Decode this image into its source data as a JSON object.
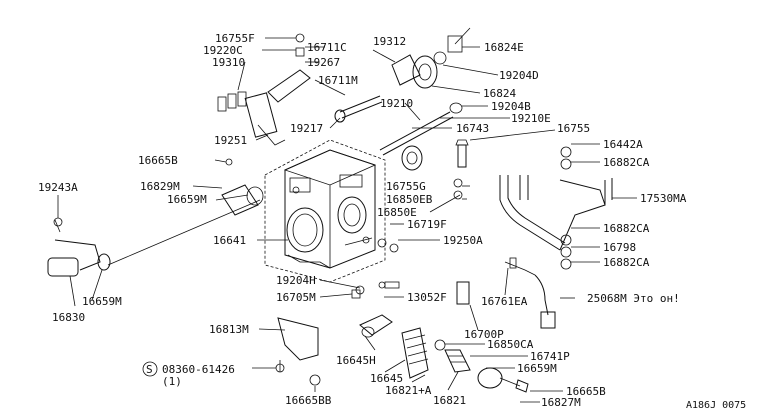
{
  "diagram": {
    "figure_id": "A186J 0075",
    "callouts": [
      {
        "id": "16755F",
        "text": "16755F"
      },
      {
        "id": "19220C",
        "text": "19220C"
      },
      {
        "id": "16711C",
        "text": "16711C"
      },
      {
        "id": "19312",
        "text": "19312"
      },
      {
        "id": "16824E",
        "text": "16824E"
      },
      {
        "id": "19310",
        "text": "19310"
      },
      {
        "id": "19267",
        "text": "19267"
      },
      {
        "id": "19204D",
        "text": "19204D"
      },
      {
        "id": "16711M",
        "text": "16711M"
      },
      {
        "id": "16824",
        "text": "16824"
      },
      {
        "id": "19210",
        "text": "19210"
      },
      {
        "id": "19204B",
        "text": "19204B"
      },
      {
        "id": "19210E",
        "text": "19210E"
      },
      {
        "id": "19217",
        "text": "19217"
      },
      {
        "id": "16743",
        "text": "16743"
      },
      {
        "id": "19251",
        "text": "19251"
      },
      {
        "id": "16755",
        "text": "16755"
      },
      {
        "id": "16442A",
        "text": "16442A"
      },
      {
        "id": "16665B_top",
        "text": "16665B"
      },
      {
        "id": "16882CA_1",
        "text": "16882CA"
      },
      {
        "id": "19243A",
        "text": "19243A"
      },
      {
        "id": "16829M",
        "text": "16829M"
      },
      {
        "id": "16755G",
        "text": "16755G"
      },
      {
        "id": "16659M_top",
        "text": "16659M"
      },
      {
        "id": "16850EB",
        "text": "16850EB"
      },
      {
        "id": "17530MA",
        "text": "17530MA"
      },
      {
        "id": "16850E",
        "text": "16850E"
      },
      {
        "id": "16719F",
        "text": "16719F"
      },
      {
        "id": "16882CA_2",
        "text": "16882CA"
      },
      {
        "id": "16641",
        "text": "16641"
      },
      {
        "id": "19250A",
        "text": "19250A"
      },
      {
        "id": "16798",
        "text": "16798"
      },
      {
        "id": "16882CA_3",
        "text": "16882CA"
      },
      {
        "id": "19204H",
        "text": "19204H"
      },
      {
        "id": "16705M",
        "text": "16705M"
      },
      {
        "id": "13052F",
        "text": "13052F"
      },
      {
        "id": "16761EA",
        "text": "16761EA"
      },
      {
        "id": "25068M",
        "text": "25068M Это он!"
      },
      {
        "id": "16659M_left",
        "text": "16659M"
      },
      {
        "id": "16830",
        "text": "16830"
      },
      {
        "id": "16813M",
        "text": "16813M"
      },
      {
        "id": "16700P",
        "text": "16700P"
      },
      {
        "id": "16850CA",
        "text": "16850CA"
      },
      {
        "id": "16741P",
        "text": "16741P"
      },
      {
        "id": "16645H",
        "text": "16645H"
      },
      {
        "id": "bolt_spec",
        "text": "08360-61426"
      },
      {
        "id": "bolt_qty",
        "text": "(1)"
      },
      {
        "id": "16659M_bot",
        "text": "16659M"
      },
      {
        "id": "16645",
        "text": "16645"
      },
      {
        "id": "16665B_bot",
        "text": "16665B"
      },
      {
        "id": "16821A",
        "text": "16821+A"
      },
      {
        "id": "16821",
        "text": "16821"
      },
      {
        "id": "16827M",
        "text": "16827M"
      },
      {
        "id": "16665BB",
        "text": "16665BB"
      }
    ],
    "bolt_symbol": "S"
  }
}
